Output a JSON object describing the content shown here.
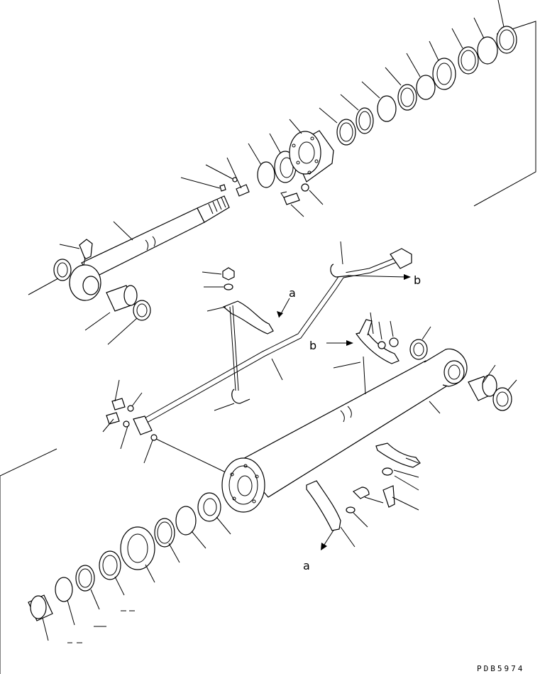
{
  "title": "",
  "callouts": {
    "a_upper": "a",
    "a_lower": "a",
    "b_left": "b",
    "b_right": "b"
  },
  "drawing_code": "PDB5974"
}
